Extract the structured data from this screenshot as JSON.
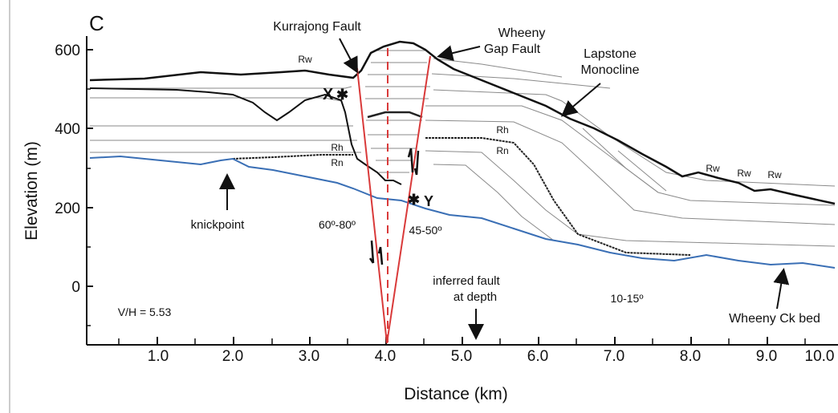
{
  "panel_letter": "C",
  "axes": {
    "xlabel": "Distance (km)",
    "ylabel": "Elevation (m)",
    "x_ticks": [
      "1.0",
      "2.0",
      "3.0",
      "4.0",
      "5.0",
      "6.0",
      "7.0",
      "8.0",
      "9.0",
      "10.0"
    ],
    "y_ticks": [
      "600",
      "400",
      "200",
      "0"
    ]
  },
  "labels": {
    "kurrajong_fault": "Kurrajong Fault",
    "wheeny_gap_fault_1": "Wheeny",
    "wheeny_gap_fault_2": "Gap Fault",
    "lapstone_1": "Lapstone",
    "lapstone_2": "Monocline",
    "rw": "Rw",
    "rh": "Rh",
    "rn": "Rn",
    "x_marker": "X",
    "y_marker": "Y",
    "star": "✱",
    "knickpoint": "knickpoint",
    "dip_left": "60º-80º",
    "dip_right": "45-50º",
    "inferred_1": "inferred fault",
    "inferred_2": "at depth",
    "dip_far": "10-15º",
    "vh": "V/H = 5.53",
    "wheeny_bed": "Wheeny Ck bed"
  },
  "colors": {
    "fault": "#d93a3a",
    "creek": "#3a6fb5",
    "ink": "#111111",
    "strata": "#888888"
  }
}
